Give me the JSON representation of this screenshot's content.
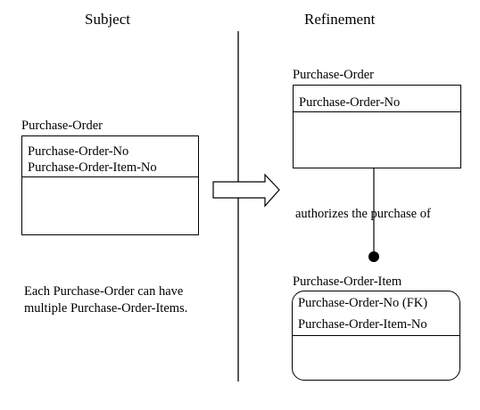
{
  "headers": {
    "subject": "Subject",
    "refinement": "Refinement"
  },
  "subject": {
    "entity_name": "Purchase-Order",
    "keys": [
      "Purchase-Order-No",
      "Purchase-Order-Item-No"
    ],
    "note_lines": [
      "Each Purchase-Order can have",
      "multiple Purchase-Order-Items."
    ]
  },
  "refinement": {
    "parent": {
      "entity_name": "Purchase-Order",
      "keys": [
        "Purchase-Order-No"
      ]
    },
    "relationship_label": "authorizes the purchase of",
    "child": {
      "entity_name": "Purchase-Order-Item",
      "keys": [
        "Purchase-Order-No (FK)",
        "Purchase-Order-Item-No"
      ]
    }
  }
}
